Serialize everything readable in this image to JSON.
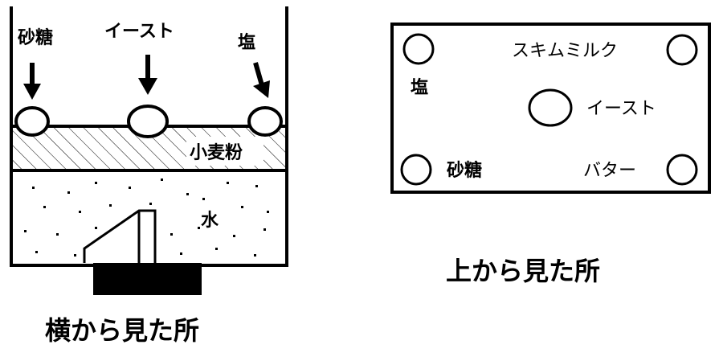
{
  "side_view": {
    "labels": {
      "sugar": "砂糖",
      "yeast": "イースト",
      "salt": "塩",
      "flour": "小麦粉",
      "water": "水"
    },
    "caption": "横から見た所"
  },
  "top_view": {
    "labels": {
      "skim_milk": "スキムミルク",
      "salt": "塩",
      "yeast": "イースト",
      "sugar": "砂糖",
      "butter": "バター"
    },
    "caption": "上から見た所"
  },
  "colors": {
    "ink": "#000000",
    "paper": "#ffffff"
  }
}
